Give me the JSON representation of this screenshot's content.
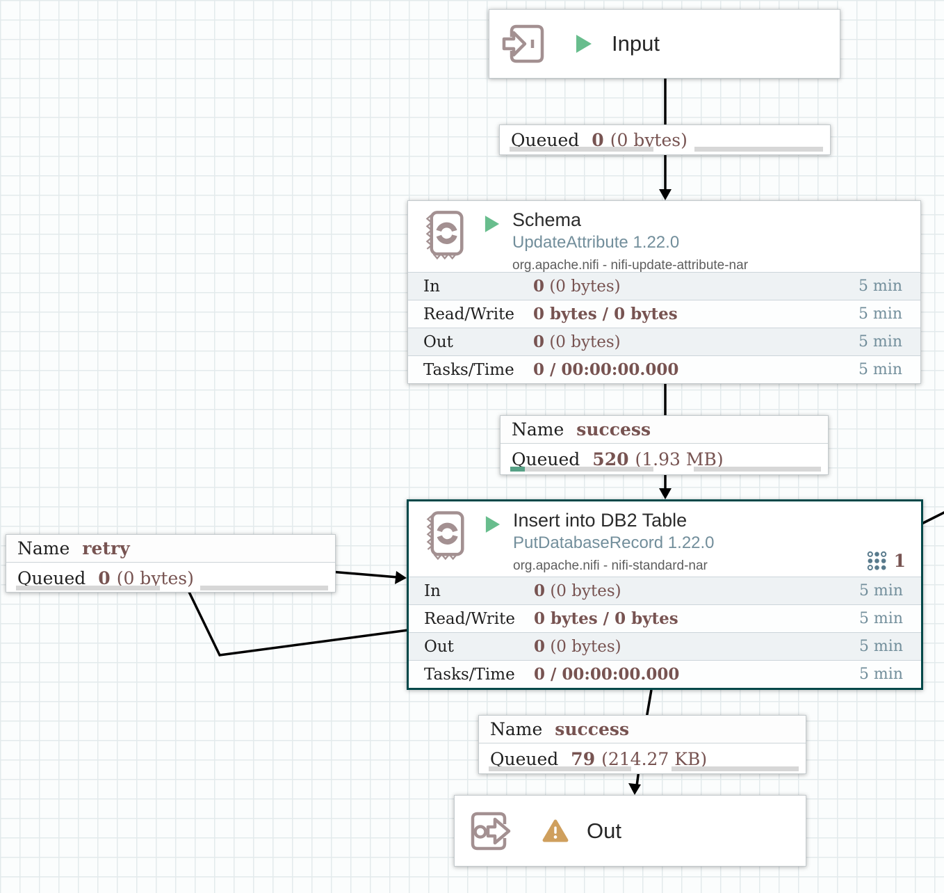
{
  "colors": {
    "selected_border": "#004849",
    "icon_rosy": "#a39091",
    "run_green": "#68bd8d",
    "warning_amber": "#cf9f5d",
    "value_maroon": "#775351",
    "stat_blue": "#728e9b",
    "progress_green": "#57a186",
    "connection_line": "#010101"
  },
  "icons": {
    "input_port": "input-port-icon",
    "output_port": "output-port-icon",
    "processor": "processor-stamp-icon",
    "run_status": "play-triangle-icon",
    "warning": "warning-triangle-icon",
    "threads": "dot-grid-icon"
  },
  "input_port": {
    "title": "Input"
  },
  "output_port": {
    "title": "Out"
  },
  "processors": {
    "schema": {
      "title": "Schema",
      "type": "UpdateAttribute 1.22.0",
      "bundle": "org.apache.nifi - nifi-update-attribute-nar",
      "stats": [
        {
          "label": "In",
          "value_bold": "0",
          "value_rest": " (0 bytes)",
          "window": "5 min"
        },
        {
          "label": "Read/Write",
          "value_bold": "0 bytes / 0 bytes",
          "value_rest": "",
          "window": "5 min"
        },
        {
          "label": "Out",
          "value_bold": "0",
          "value_rest": " (0 bytes)",
          "window": "5 min"
        },
        {
          "label": "Tasks/Time",
          "value_bold": "0 / 00:00:00.000",
          "value_rest": "",
          "window": "5 min"
        }
      ]
    },
    "db2": {
      "title": "Insert into DB2 Table",
      "type": "PutDatabaseRecord 1.22.0",
      "bundle": "org.apache.nifi - nifi-standard-nar",
      "badge_count": "1",
      "stats": [
        {
          "label": "In",
          "value_bold": "0",
          "value_rest": " (0 bytes)",
          "window": "5 min"
        },
        {
          "label": "Read/Write",
          "value_bold": "0 bytes / 0 bytes",
          "value_rest": "",
          "window": "5 min"
        },
        {
          "label": "Out",
          "value_bold": "0",
          "value_rest": " (0 bytes)",
          "window": "5 min"
        },
        {
          "label": "Tasks/Time",
          "value_bold": "0 / 00:00:00.000",
          "value_rest": "",
          "window": "5 min"
        }
      ]
    }
  },
  "connections": {
    "input_to_schema": {
      "queued_label": "Queued",
      "count": "0",
      "size": "(0 bytes)"
    },
    "schema_to_db2": {
      "name_label": "Name",
      "name": "success",
      "queued_label": "Queued",
      "count": "520",
      "size": "(1.93 MB)"
    },
    "retry": {
      "name_label": "Name",
      "name": "retry",
      "queued_label": "Queued",
      "count": "0",
      "size": "(0 bytes)"
    },
    "db2_to_out": {
      "name_label": "Name",
      "name": "success",
      "queued_label": "Queued",
      "count": "79",
      "size": "(214.27 KB)"
    }
  }
}
